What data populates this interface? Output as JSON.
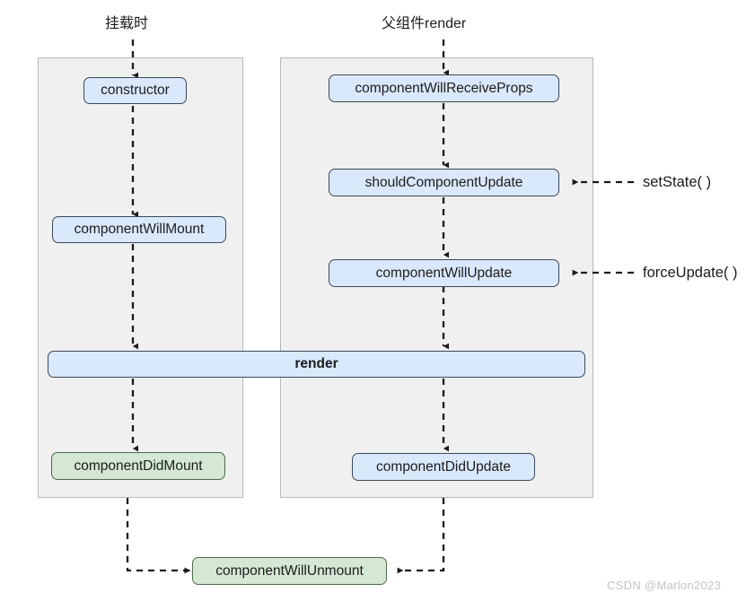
{
  "diagram": {
    "title_mount": "挂载时",
    "title_update": "父组件render",
    "panels": [
      {
        "name": "mount-phase-panel"
      },
      {
        "name": "update-phase-panel"
      }
    ],
    "nodes": {
      "constructor": "constructor",
      "component_will_mount": "componentWillMount",
      "component_did_mount": "componentDidMount",
      "component_will_receive_props": "componentWillReceiveProps",
      "should_component_update": "shouldComponentUpdate",
      "component_will_update": "componentWillUpdate",
      "component_did_update": "componentDidUpdate",
      "render": "render",
      "component_will_unmount": "componentWillUnmount"
    },
    "triggers": {
      "set_state": "setState( )",
      "force_update": "forceUpdate( )"
    },
    "colors": {
      "blue_fill": "#dae8fc",
      "blue_stroke": "#3b4957",
      "green_fill": "#d5e8d4",
      "green_stroke": "#4f6a4b",
      "panel_fill": "#f0f0f0",
      "panel_stroke": "#b8b8b8",
      "line": "#1a1a1a",
      "watermark": "#c4c4c4"
    }
  },
  "watermark": "CSDN @Marlon2023"
}
